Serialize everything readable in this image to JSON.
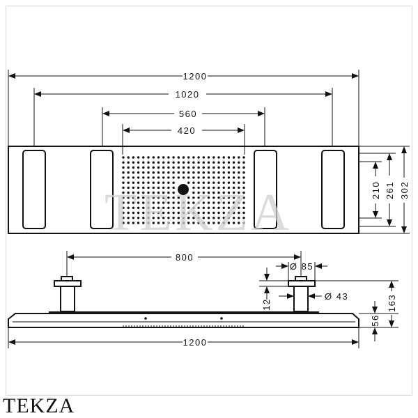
{
  "watermark": "TEKZA",
  "brand_label": "TEKZA",
  "top_view": {
    "dim_total_width": "1200",
    "dim_outer_pad_span": "1020",
    "dim_inner_pad_span": "560",
    "dim_nozzle_field": "420",
    "dim_depth_outer": "302",
    "dim_depth_mid": "261",
    "dim_depth_inner": "210"
  },
  "side_view": {
    "dim_arm_spacing": "800",
    "dim_flange_diameter": "Ø 85",
    "dim_pipe_diameter": "Ø 43",
    "dim_flange_thickness": "12",
    "dim_total_height": "163",
    "dim_body_height": "56",
    "dim_total_width": "1200"
  },
  "colors": {
    "line": "#111111",
    "watermark": "#cfcfcf"
  }
}
